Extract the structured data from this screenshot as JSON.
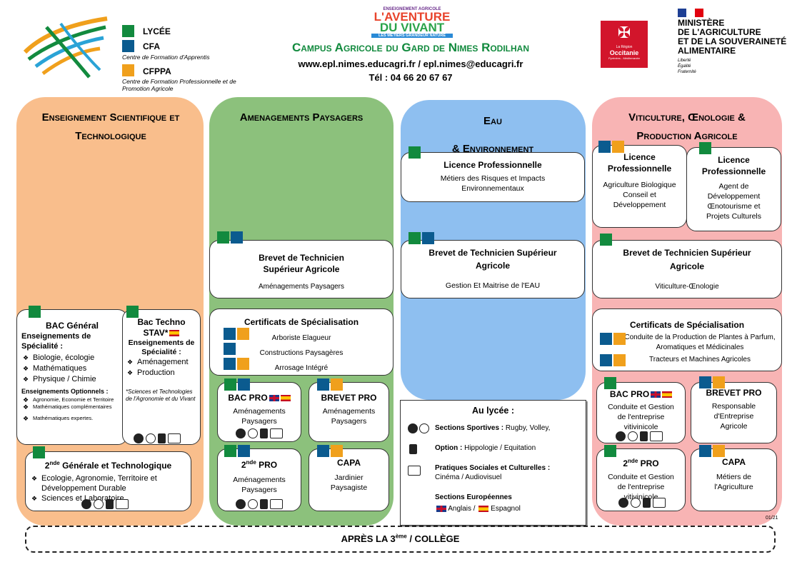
{
  "header": {
    "legend": {
      "lycee": "LYCÉE",
      "cfa": "CFA",
      "cfa_desc": "Centre de Formation d'Apprentis",
      "cfppa": "CFPPA",
      "cfppa_desc": "Centre de Formation Professionnelle et de Promotion Agricole"
    },
    "aventure": {
      "top": "ENSEIGNEMENT AGRICOLE",
      "line1": "L'AVENTURE",
      "line2": "DU VIVANT",
      "tag": "LES MÉTIERS GRANDEUR NATURE"
    },
    "campus_title": "Campus Agricole du Gard de Nimes Rodilhan",
    "web": "www.epl.nimes.educagri.fr / epl.nimes@educagri.fr",
    "tel": "Tél : 04 66 20 67 67",
    "region": {
      "small": "La Région",
      "name": "Occitanie",
      "sub": "Pyrénées - Méditerranée"
    },
    "ministry": {
      "l1": "MINISTÈRE",
      "l2": "DE L'AGRICULTURE",
      "l3": "ET DE LA SOUVERAINETÉ",
      "l4": "ALIMENTAIRE",
      "m1": "Liberté",
      "m2": "Égalité",
      "m3": "Fraternité"
    }
  },
  "col1": {
    "title": "Enseignement Scientifique et Technologique",
    "bac_gen": {
      "title": "BAC Général",
      "spec_label": "Enseignements de Spécialité :",
      "spec": [
        "Biologie, écologie",
        "Mathématiques",
        "Physique / Chimie"
      ],
      "opt_label": "Enseignements Optionnels :",
      "opt": [
        "Agronomie, Economie et Territoire",
        "Mathématiques complémentaires",
        "Mathématiques expertes."
      ]
    },
    "bac_techno": {
      "title": "Bac Techno STAV*",
      "spec_label": "Enseignements de Spécialité :",
      "spec": [
        "Aménagement",
        "Production"
      ],
      "note": "*Sciences et Technologies de l'Agronomie et du Vivant"
    },
    "seconde": {
      "sup": "nde",
      "title": "Générale et Technologique",
      "items": [
        "Ecologie, Agronomie, Territoire et Développement Durable",
        "Sciences et Laboratoire"
      ]
    }
  },
  "col2": {
    "title": "Amenagements Paysagers",
    "bts": {
      "title": "Brevet de Technicien Supérieur Agricole",
      "sub": "Aménagements Paysagers"
    },
    "cs": {
      "title": "Certificats de Spécialisation",
      "items": [
        "Arboriste Elagueur",
        "Constructions Paysagères",
        "Arrosage Intégré"
      ]
    },
    "bacpro": {
      "title": "BAC PRO",
      "sub": "Aménagements Paysagers"
    },
    "brevetpro": {
      "title": "BREVET PRO",
      "sub": "Aménagements Paysagers"
    },
    "seconde_pro": {
      "sup": "nde",
      "title": "PRO",
      "sub": "Aménagements Paysagers"
    },
    "capa": {
      "title": "CAPA",
      "sub": "Jardinier Paysagiste"
    }
  },
  "col3": {
    "title_l1": "Eau",
    "title_l2": "& Environnement",
    "licence": {
      "title": "Licence Professionnelle",
      "sub": "Métiers des Risques et Impacts Environnementaux"
    },
    "bts": {
      "title": "Brevet de Technicien Supérieur Agricole",
      "sub": "Gestion Et Maitrise de l'EAU"
    },
    "lycee": {
      "title": "Au lycée :",
      "sport_label": "Sections Sportives :",
      "sport": "Rugby, Volley,",
      "option_label": "Option :",
      "option": "Hippologie / Equitation",
      "culture_label": "Pratiques Sociales et Culturelles :",
      "culture": "Cinéma / Audiovisuel",
      "euro_label": "Sections Européennes",
      "anglais": "Anglais /",
      "espagnol": "Espagnol"
    }
  },
  "col4": {
    "title": "Viticulture, Œnologie & Production Agricole",
    "licence1": {
      "title": "Licence Professionnelle",
      "sub": "Agriculture Biologique Conseil et Développement"
    },
    "licence2": {
      "title": "Licence Professionnelle",
      "sub": "Agent de Développement Œnotourisme et Projets Culturels"
    },
    "bts": {
      "title": "Brevet de Technicien Supérieur Agricole",
      "sub": "Viticulture-Œnologie"
    },
    "cs": {
      "title": "Certificats de Spécialisation",
      "items": [
        "Conduite de la Production de Plantes à Parfum, Aromatiques et Médicinales",
        "Tracteurs et Machines Agricoles"
      ]
    },
    "bacpro": {
      "title": "BAC PRO",
      "sub": "Conduite et Gestion de l'entreprise vitivinicole"
    },
    "brevetpro": {
      "title": "BREVET PRO",
      "sub": "Responsable d'Entreprise Agricole"
    },
    "seconde_pro": {
      "sup": "nde",
      "title": "PRO",
      "sub": "Conduite et Gestion de l'entreprise vitivinicole"
    },
    "capa": {
      "title": "CAPA",
      "sub": "Métiers de l'Agriculture"
    }
  },
  "footer": {
    "version": "01/21",
    "apres_pre": "APRÈS LA 3",
    "apres_sup": "ème",
    "apres_post": " / COLLÈGE"
  },
  "colors": {
    "lycee": "#128a3e",
    "cfa": "#0b5b8f",
    "cfppa": "#f0a01c",
    "col1": "#f9be8c",
    "col2": "#8cc17c",
    "col3": "#8ebff0",
    "col4": "#f8b4b4"
  }
}
